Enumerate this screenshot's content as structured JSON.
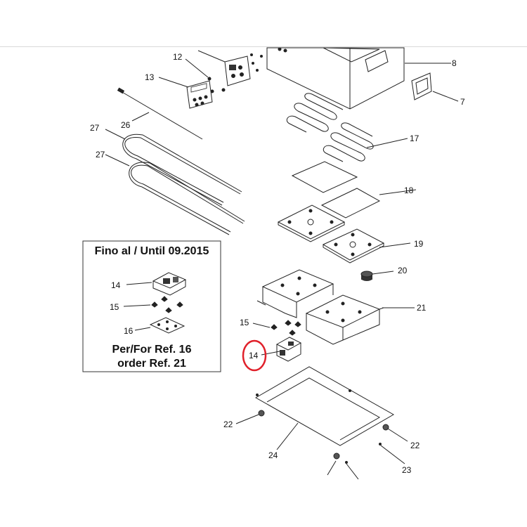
{
  "diagram": {
    "labels": {
      "l7": "7",
      "l8": "8",
      "l12": "12",
      "l13": "13",
      "l26": "26",
      "l27a": "27",
      "l27b": "27",
      "l17": "17",
      "l18": "18",
      "l19": "19",
      "l20": "20",
      "l21": "21",
      "l15": "15",
      "l14": "14",
      "l22a": "22",
      "l22b": "22",
      "l23": "23",
      "l24": "24"
    },
    "inset": {
      "title": "Fino al / Until 09.2015",
      "label14": "14",
      "label15": "15",
      "label16": "16",
      "note_line1": "Per/For Ref. 16",
      "note_line2": "order Ref. 21"
    },
    "highlight_color": "#e0202a"
  }
}
